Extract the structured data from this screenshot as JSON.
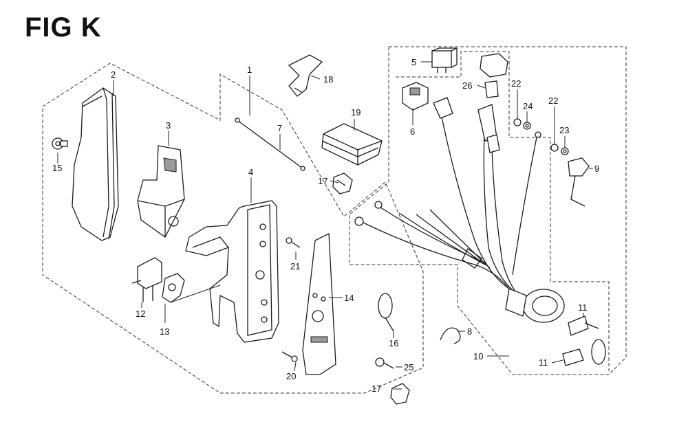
{
  "figure": {
    "title": "FIG K"
  },
  "callouts": {
    "c1": "1",
    "c2": "2",
    "c3": "3",
    "c4": "4",
    "c5": "5",
    "c6": "6",
    "c7": "7",
    "c8": "8",
    "c9": "9",
    "c10": "10",
    "c11a": "11",
    "c11b": "11",
    "c12": "12",
    "c13": "13",
    "c14": "14",
    "c15": "15",
    "c16": "16",
    "c17a": "17",
    "c17b": "17",
    "c18": "18",
    "c19": "19",
    "c20": "20",
    "c21": "21",
    "c22a": "22",
    "c22b": "22",
    "c23": "23",
    "c24": "24",
    "c25": "25",
    "c26": "26"
  }
}
